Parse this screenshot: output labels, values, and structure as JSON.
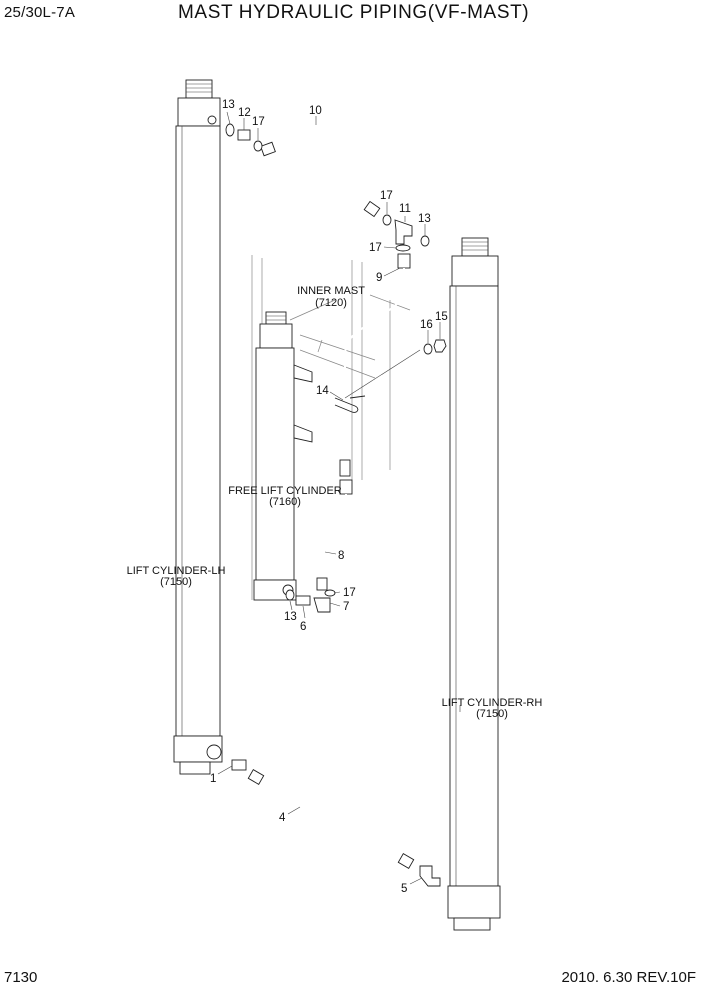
{
  "header": {
    "model": "25/30L-7A",
    "title": "MAST HYDRAULIC PIPING(VF-MAST)"
  },
  "footer": {
    "page": "7130",
    "date_rev": "2010. 6.30  REV.10F"
  },
  "component_labels": {
    "inner_mast": "INNER MAST",
    "inner_mast_ref": "(7120)",
    "free_lift": "FREE LIFT CYLINDER",
    "free_lift_ref": "(7160)",
    "lift_lh": "LIFT CYLINDER-LH",
    "lift_lh_ref": "(7150)",
    "lift_rh": "LIFT CYLINDER-RH",
    "lift_rh_ref": "(7150)"
  },
  "callouts": {
    "c13a": "13",
    "c12": "12",
    "c17a": "17",
    "c10": "10",
    "c17b": "17",
    "c11": "11",
    "c13b": "13",
    "c17c": "17",
    "c9": "9",
    "c16": "16",
    "c15": "15",
    "c14": "14",
    "c8": "8",
    "c17d": "17",
    "c7": "7",
    "c13c": "13",
    "c6": "6",
    "c1": "1",
    "c4": "4",
    "c5": "5"
  }
}
